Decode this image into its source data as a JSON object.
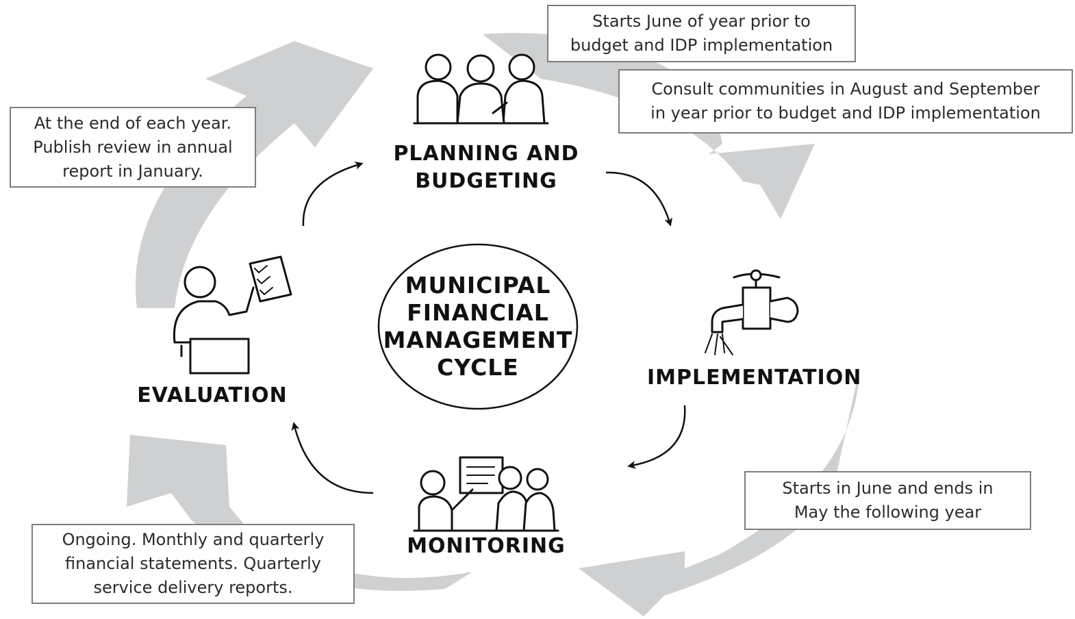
{
  "center_title": [
    "MUNICIPAL",
    "FINANCIAL",
    "MANAGEMENT",
    "CYCLE"
  ],
  "stages": {
    "planning": [
      "PLANNING AND",
      "BUDGETING"
    ],
    "implementation": "IMPLEMENTATION",
    "monitoring": "MONITORING",
    "evaluation": "EVALUATION"
  },
  "notes": {
    "planning_start": [
      "Starts June of year prior to",
      "budget and IDP implementation"
    ],
    "planning_consult": [
      "Consult communities in August and September",
      "in year prior to budget and IDP implementation"
    ],
    "implementation": [
      "Starts in June and ends in",
      "May the following year"
    ],
    "monitoring": [
      "Ongoing. Monthly and quarterly",
      "financial statements. Quarterly",
      "service delivery reports."
    ],
    "evaluation": [
      "At the end of each year.",
      "Publish review in annual",
      "report in January."
    ]
  },
  "colors": {
    "outer_arrows": "#cfd0d1",
    "ink": "#111111",
    "box_border": "#7d7d7d"
  },
  "icons": [
    "planning-team-icon",
    "water-tap-icon",
    "monitoring-team-icon",
    "evaluation-person-icon"
  ]
}
